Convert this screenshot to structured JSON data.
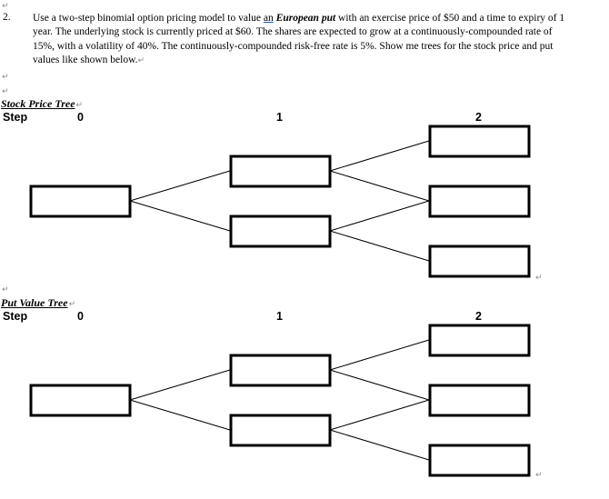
{
  "question": {
    "number": "2.",
    "text_before": "Use a two-step binomial option pricing model to value ",
    "underlined_word": "an",
    "space": " ",
    "emphasis": "European put",
    "text_after": " with an exercise price of $50 and a time to expiry of 1 year.  The underlying stock is currently priced at $60.  The shares are expected to grow at a continuously-compounded rate of 15%, with a volatility of 40%.  The continuously-compounded risk-free rate is 5%.  Show me trees for the stock price and put values like shown below.",
    "paragraph_mark": "↵"
  },
  "marks": {
    "paragraph": "↵"
  },
  "stock_tree": {
    "title": "Stock Price Tree",
    "step_label": "Step",
    "steps": [
      "0",
      "1",
      "2"
    ],
    "nodes": [
      {
        "id": "s0",
        "step": 0,
        "value": ""
      },
      {
        "id": "s1u",
        "step": 1,
        "value": ""
      },
      {
        "id": "s1d",
        "step": 1,
        "value": ""
      },
      {
        "id": "s2uu",
        "step": 2,
        "value": ""
      },
      {
        "id": "s2ud",
        "step": 2,
        "value": ""
      },
      {
        "id": "s2dd",
        "step": 2,
        "value": ""
      }
    ]
  },
  "put_tree": {
    "title": "Put Value Tree",
    "step_label": "Step",
    "steps": [
      "0",
      "1",
      "2"
    ],
    "nodes": [
      {
        "id": "p0",
        "step": 0,
        "value": ""
      },
      {
        "id": "p1u",
        "step": 1,
        "value": ""
      },
      {
        "id": "p1d",
        "step": 1,
        "value": ""
      },
      {
        "id": "p2uu",
        "step": 2,
        "value": ""
      },
      {
        "id": "p2ud",
        "step": 2,
        "value": ""
      },
      {
        "id": "p2dd",
        "step": 2,
        "value": ""
      }
    ]
  }
}
